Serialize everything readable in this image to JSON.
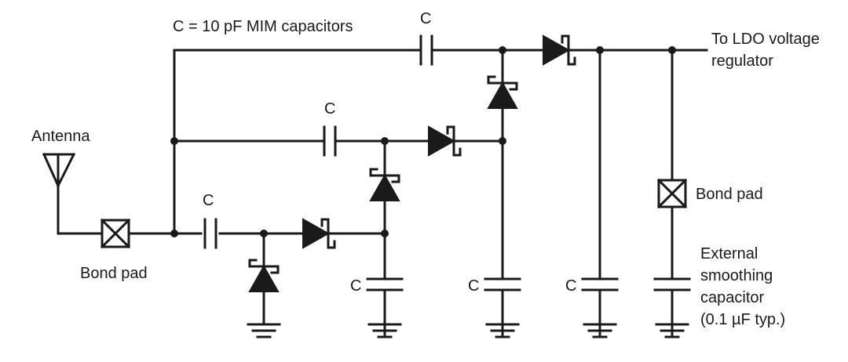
{
  "labels": {
    "cap_note": "C = 10 pF MIM capacitors",
    "cap": "C",
    "output_line1": "To LDO voltage",
    "output_line2": "regulator",
    "antenna": "Antenna",
    "bond_pad_left": "Bond pad",
    "bond_pad_right": "Bond pad",
    "ext_line1": "External",
    "ext_line2": "smoothing",
    "ext_line3": "capacitor",
    "ext_line4": "(0.1 µF typ.)"
  },
  "colors": {
    "ink": "#1a1a1a",
    "background": "#ffffff"
  },
  "icons": {
    "antenna": "antenna-icon",
    "bond_pad": "bond-pad-icon",
    "capacitor": "capacitor-icon",
    "diode": "schottky-diode-icon",
    "ground": "ground-icon"
  }
}
